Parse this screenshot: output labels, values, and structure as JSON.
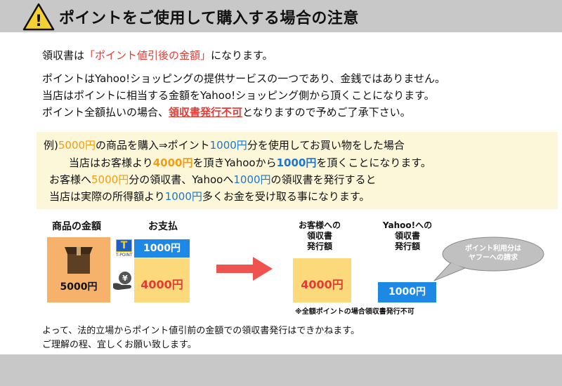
{
  "header": {
    "title": "ポイントをご使用して購入する場合の注意",
    "warning_glyph": "!",
    "colors": {
      "bar": "#c8c8c8",
      "warning_fill": "#f5d033"
    }
  },
  "intro": {
    "line1_prefix": "領収書は",
    "line1_highlight": "「ポイント値引後の金額」",
    "line1_suffix": "になります。",
    "line2": "ポイントはYahoo!ショッピングの提供サービスの一つであり、金銭ではありません。",
    "line3": "当店はポイントに相当する金額をYahoo!ショッピング側から頂くことになります。",
    "line4_prefix": "ポイント全額払いの場合、",
    "line4_highlight": "領収書発行不可",
    "line4_suffix": "となりますので予めご了承下さい。"
  },
  "example": {
    "l1": [
      "例)",
      "5000円",
      "の商品を購入⇒ポイント",
      "1000円",
      "分を使用してお買い物をした場合"
    ],
    "l2": [
      "当店はお客様より",
      "4000円",
      "を頂きYahooから",
      "1000円",
      "を頂くことになります。"
    ],
    "l3": [
      "お客様へ",
      "5000円",
      "分の領収書、Yahooへ",
      "1000円",
      "の領収書を発行すると"
    ],
    "l4": [
      "当店は実際の所得額より",
      "1000円",
      "多くお金を受け取る事になります。"
    ]
  },
  "diagram": {
    "product_label": "商品の金額",
    "product_amount": "5000円",
    "payment_label": "お支払",
    "point_amount": "1000円",
    "cash_amount": "4000円",
    "tpoint_logo_letter": "T",
    "tpoint_logo_text": "T-POINT",
    "customer_receipt_label": [
      "お客様への",
      "領収書",
      "発行額"
    ],
    "customer_receipt_amount": "4000円",
    "yahoo_receipt_label": [
      "Yahoo!への",
      "領収書",
      "発行額"
    ],
    "yahoo_receipt_amount": "1000円",
    "bubble": [
      "ポイント利用分は",
      "ヤフーへの請求"
    ],
    "note": "※全額ポイントの場合領収書発行不可",
    "icons": [
      "box-icon",
      "coin-hand-icon",
      "t-point-icon",
      "arrow-right-icon"
    ]
  },
  "footer": {
    "line1": "よって、法的立場からポイント値引前の金額での領収書発行はできかねます。",
    "line2": "ご理解の程、宜しくお願い致します。"
  }
}
